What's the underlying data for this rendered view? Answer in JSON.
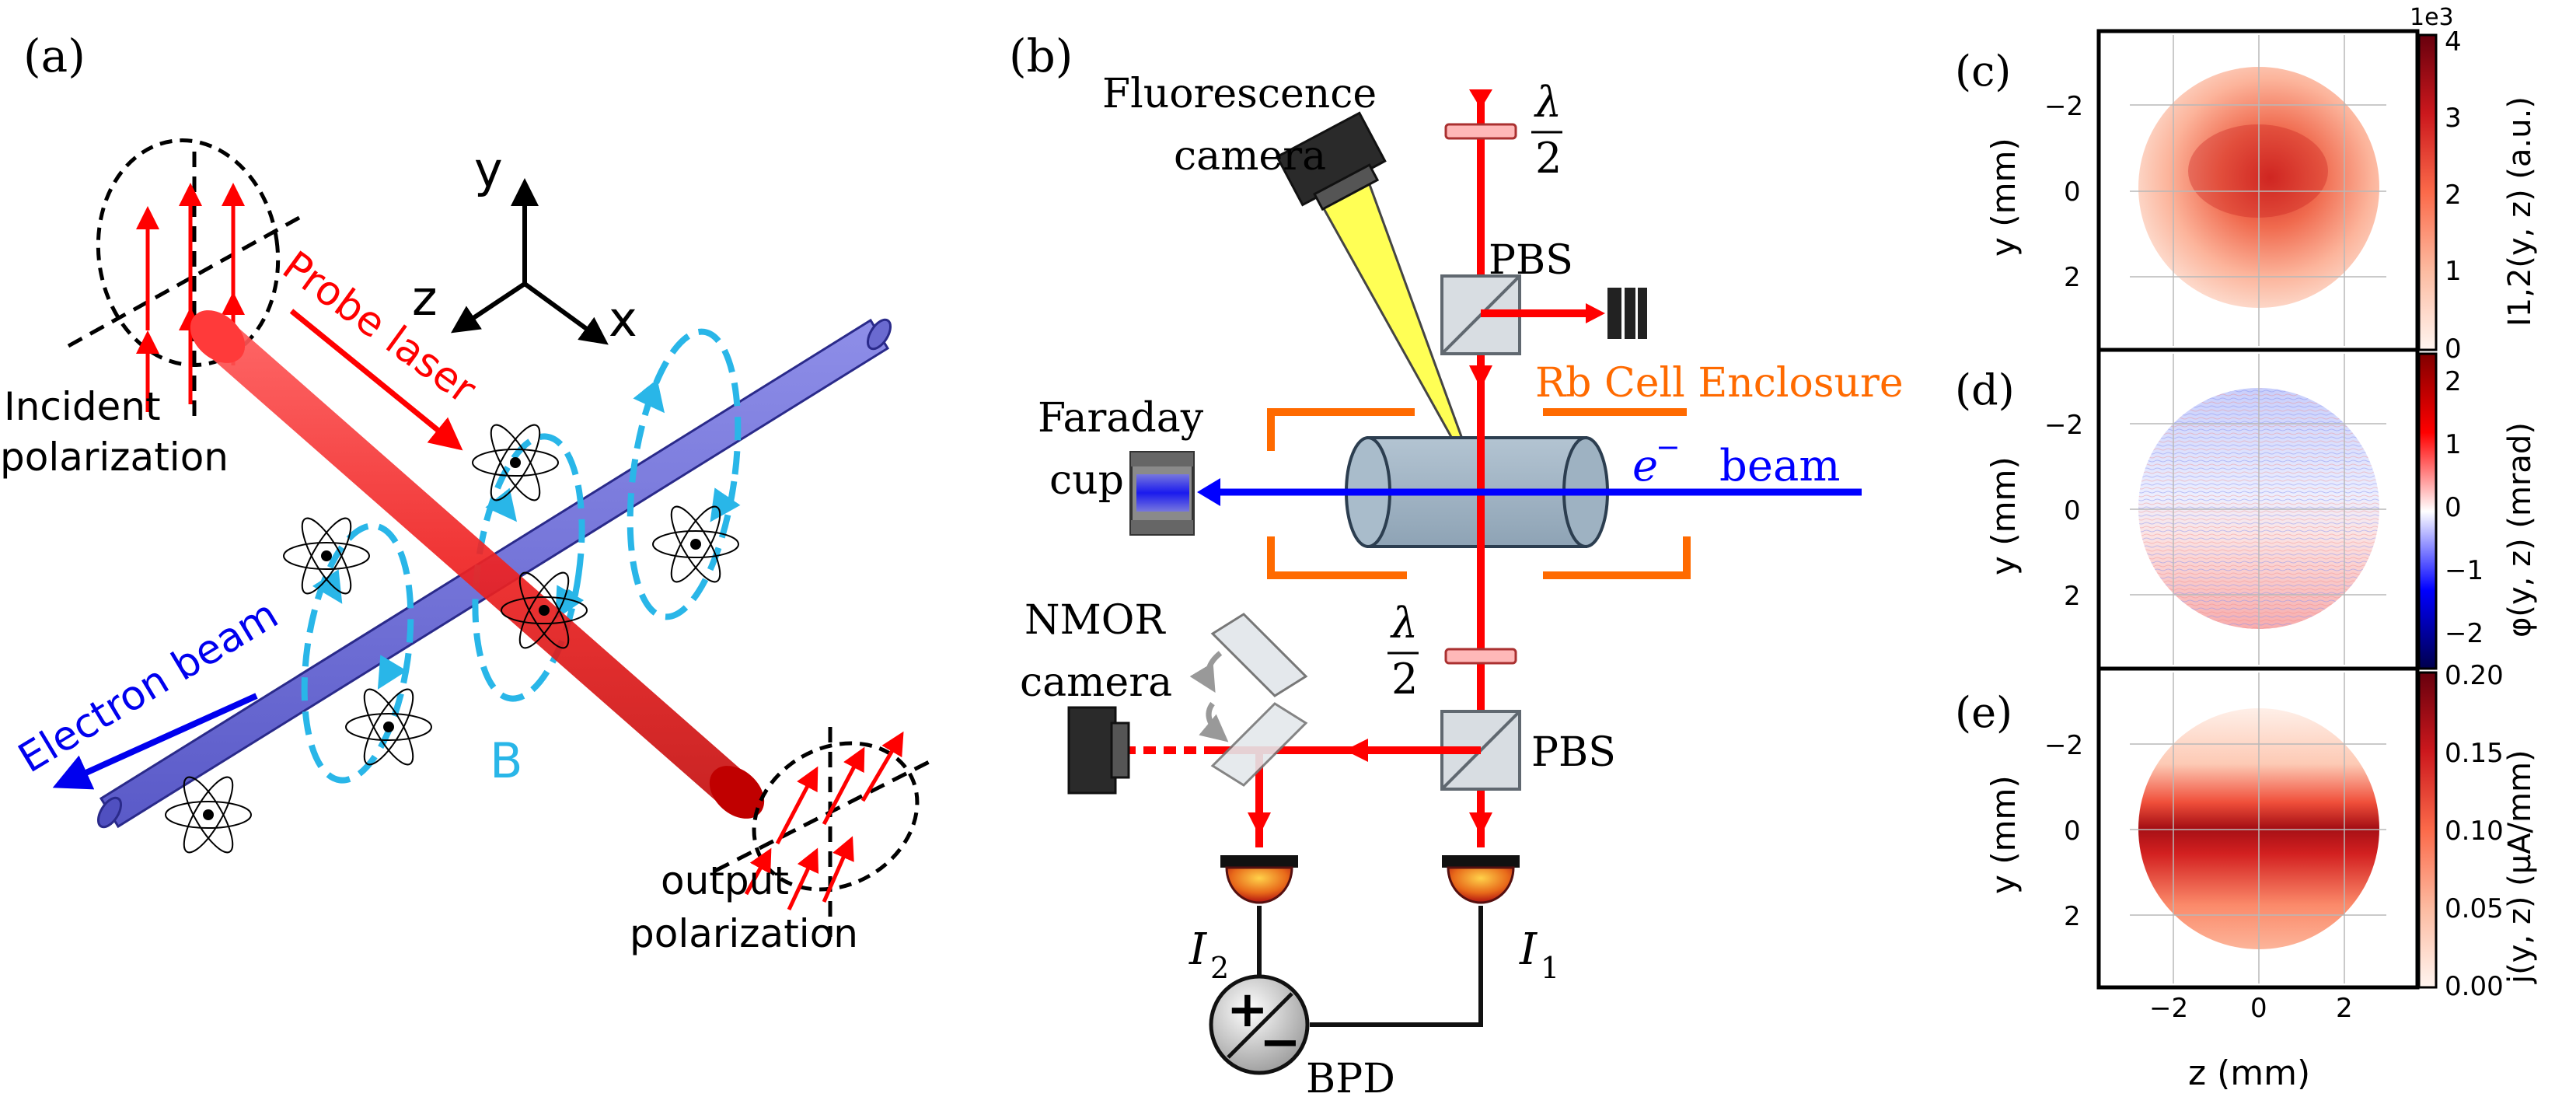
{
  "panel_a": {
    "label": "(a)",
    "axis_y": "y",
    "axis_z": "z",
    "axis_x": "x",
    "probe_laser": "Probe laser",
    "electron_beam": "Electron beam",
    "b_field": "B",
    "incident_line1": "Incident",
    "incident_line2": "polarization",
    "output_line1": "output",
    "output_line2": "polarization"
  },
  "panel_b": {
    "label": "(b)",
    "fluorescence_line1": "Fluorescence",
    "fluorescence_line2": "camera",
    "lambda": "λ",
    "two": "2",
    "pbs_top": "PBS",
    "pbs_bottom": "PBS",
    "rb_cell": "Rb Cell Enclosure",
    "faraday_line1": "Faraday",
    "faraday_line2": "cup",
    "ebeam_sym": "e",
    "ebeam_sup": "−",
    "ebeam_word": "beam",
    "nmor_line1": "NMOR",
    "nmor_line2": "camera",
    "i2": "I",
    "i2_sub": "2",
    "i1": "I",
    "i1_sub": "1",
    "bpd": "BPD",
    "plus": "+",
    "minus": "−"
  },
  "colors": {
    "laser": "#ff0000",
    "ebeam": "#0000ff",
    "cyan": "#29b6e8",
    "orange": "#ff6a00",
    "fluorescence": "#ffff44"
  },
  "chart_data": [
    {
      "type": "heatmap",
      "panel": "(c)",
      "ylabel": "y (mm)",
      "yticks": [
        "−2",
        "0",
        "2"
      ],
      "colorbar_label": "I1,2(y, z) (a.u.)",
      "colorbar_ticks": [
        "0",
        "1",
        "2",
        "3",
        "4"
      ],
      "colorbar_exponent": "1e3",
      "colorbar_range": [
        0,
        4000
      ],
      "colormap": "reds"
    },
    {
      "type": "heatmap",
      "panel": "(d)",
      "ylabel": "y (mm)",
      "yticks": [
        "−2",
        "0",
        "2"
      ],
      "colorbar_label": "φ(y, z) (mrad)",
      "colorbar_ticks": [
        "2",
        "1",
        "0",
        "−1",
        "−2"
      ],
      "colorbar_range": [
        -2.5,
        2.5
      ],
      "colormap": "seismic"
    },
    {
      "type": "heatmap",
      "panel": "(e)",
      "ylabel": "y (mm)",
      "xlabel": "z (mm)",
      "yticks": [
        "−2",
        "0",
        "2"
      ],
      "xticks": [
        "−2",
        "0",
        "2"
      ],
      "colorbar_label": "j(y, z) (μA/mm)",
      "colorbar_ticks": [
        "0.20",
        "0.15",
        "0.10",
        "0.05",
        "0.00"
      ],
      "colorbar_range": [
        0,
        0.2
      ],
      "colormap": "reds"
    }
  ]
}
